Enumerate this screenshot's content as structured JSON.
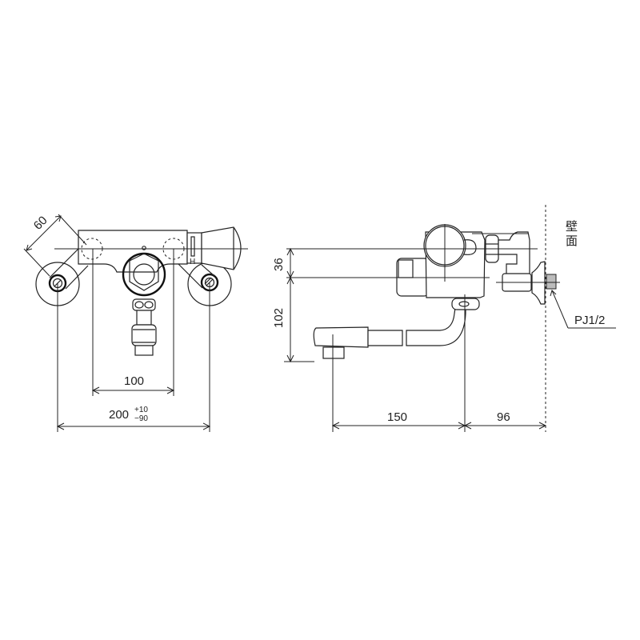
{
  "drawing": {
    "front_view": {
      "dimensions": {
        "diagonal": "60",
        "inner_width": "100",
        "total_width": "200",
        "total_width_tol_plus": "+10",
        "total_width_tol_minus": "−90"
      },
      "handle_mark": "H"
    },
    "side_view": {
      "dimensions": {
        "vertical_upper": "36",
        "vertical_lower": "102",
        "horizontal_spout": "150",
        "horizontal_wall": "96"
      },
      "wall_label": "壁面",
      "wall_label_line1": "壁",
      "wall_label_line2": "面",
      "thread_label": "PJ1/2"
    }
  }
}
